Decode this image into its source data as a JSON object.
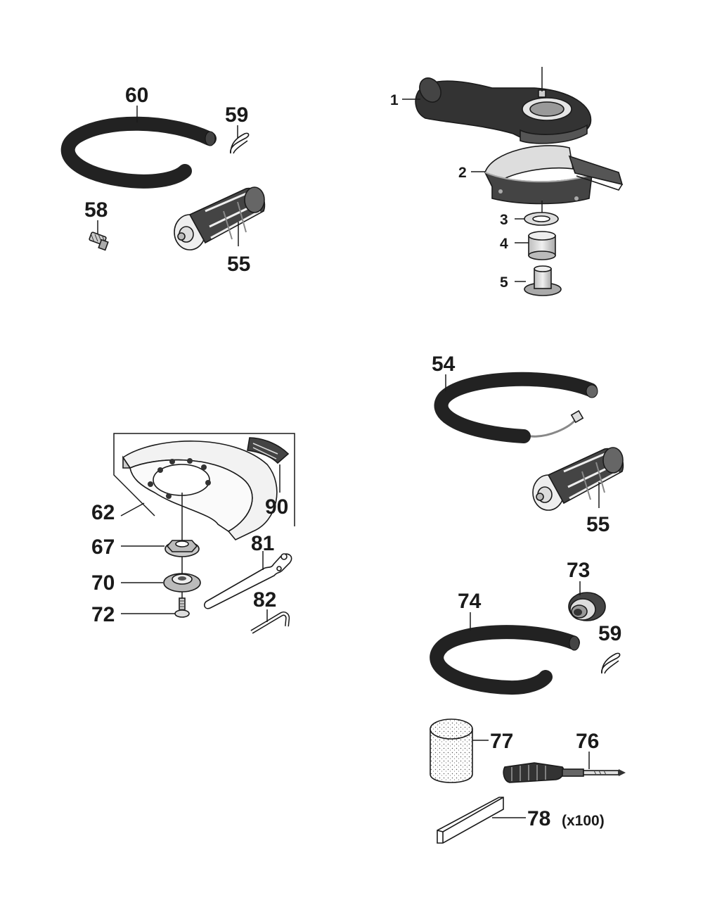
{
  "parts": {
    "p1": "1",
    "p2": "2",
    "p3": "3",
    "p4": "4",
    "p5": "5",
    "p54": "54",
    "p55a": "55",
    "p55b": "55",
    "p58": "58",
    "p59a": "59",
    "p59b": "59",
    "p60": "60",
    "p62": "62",
    "p67": "67",
    "p70": "70",
    "p72": "72",
    "p73": "73",
    "p74": "74",
    "p76": "76",
    "p77": "77",
    "p78": "78",
    "p78_qty": "(x100)",
    "p81": "81",
    "p82": "82",
    "p90": "90"
  },
  "colors": {
    "ink": "#1a1a1a",
    "hose": "#222222",
    "metal": "#d8d8d8",
    "grip": "#555555"
  }
}
